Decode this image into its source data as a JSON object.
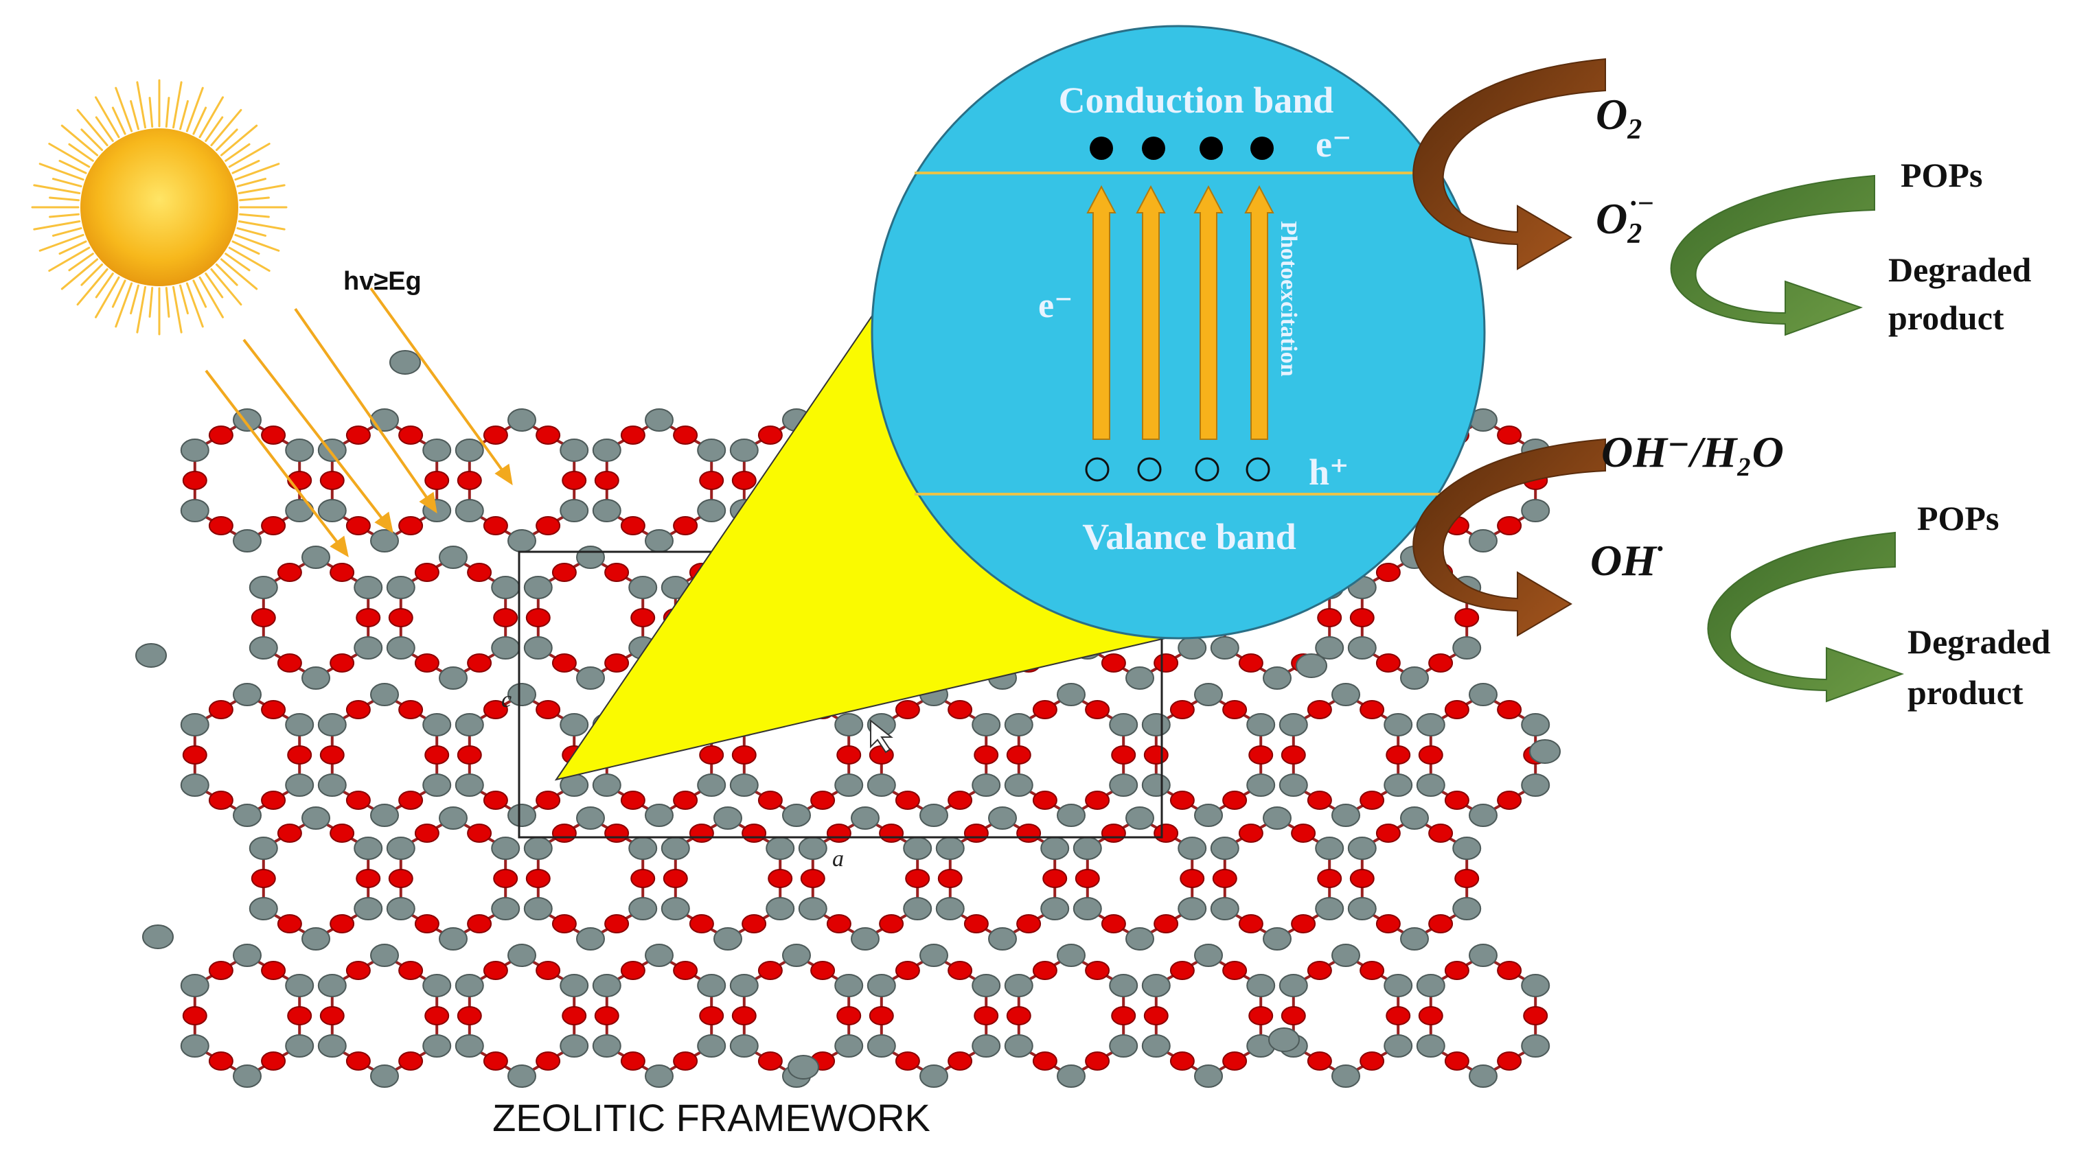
{
  "light_label": "hv≥Eg",
  "framework_title": "ZEOLITIC FRAMEWORK",
  "cell_axis_c": "c",
  "cell_axis_a": "a",
  "band_diagram": {
    "conduction_band": "Conduction band",
    "valence_band": "Valance band",
    "electron_top": "e⁻",
    "electron_side": "e⁻",
    "hole": "h⁺",
    "photoexcitation": "Photoexcitation",
    "electron_count": 4,
    "hole_count": 4
  },
  "reduction_path": {
    "reactant": {
      "base": "O",
      "sub": "2",
      "sup": ""
    },
    "product": {
      "base": "O",
      "sub": "2",
      "sup": "·−"
    },
    "pollutant": "POPs",
    "result_line1": "Degraded",
    "result_line2": "product"
  },
  "oxidation_path": {
    "reactant": "OH⁻/H₂O",
    "product": {
      "base": "OH",
      "sup": "·"
    },
    "pollutant": "POPs",
    "result_line1": "Degraded",
    "result_line2": "product"
  },
  "colors": {
    "band_circle": "#36c3e6",
    "band_line": "#e8c34a",
    "arrow_fill": "#f7b21b",
    "zoom_cone": "#fafa00",
    "brown_arrow": "#8a4516",
    "green_arrow": "#5a8a3a",
    "oxygen_atom": "#e00000",
    "silicon_atom": "#7d8f8e",
    "sun_core": "#f7b81c"
  }
}
